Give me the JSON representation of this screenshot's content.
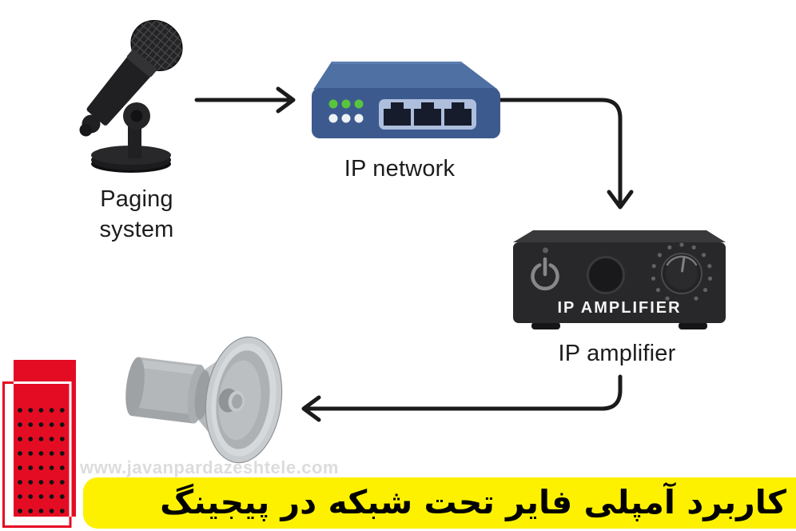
{
  "labels": {
    "paging": "Paging\nsystem",
    "network": "IP network",
    "amplifier": "IP amplifier",
    "amplifier_panel": "IP AMPLIFIER"
  },
  "watermark": {
    "text": "www.javanpardazeshtele.com",
    "color": "#dcdcdc"
  },
  "banner": {
    "text": "کاربرد آمپلی فایر تحت شبکه در پیجینگ",
    "bg_color": "#fdf100",
    "text_color": "#000000"
  },
  "colors": {
    "arrow_black": "#1b1b1b",
    "router_blue_top": "#4e70a2",
    "router_blue_front": "#3d5a8e",
    "port_panel_blue": "#aebedd",
    "led_green": "#58c53e",
    "led_white": "#eef1f6",
    "amplifier_black": "#28282a",
    "speaker_grey": "#c2c5c7",
    "decoration_red": "#e40c23"
  },
  "icons": [
    "desk-microphone-illustration",
    "network-switch-illustration",
    "amplifier-illustration",
    "horn-speaker-illustration",
    "flow-arrow-right",
    "flow-arrow-elbow-down",
    "flow-arrow-elbow-left",
    "red-dotted-decoration"
  ]
}
